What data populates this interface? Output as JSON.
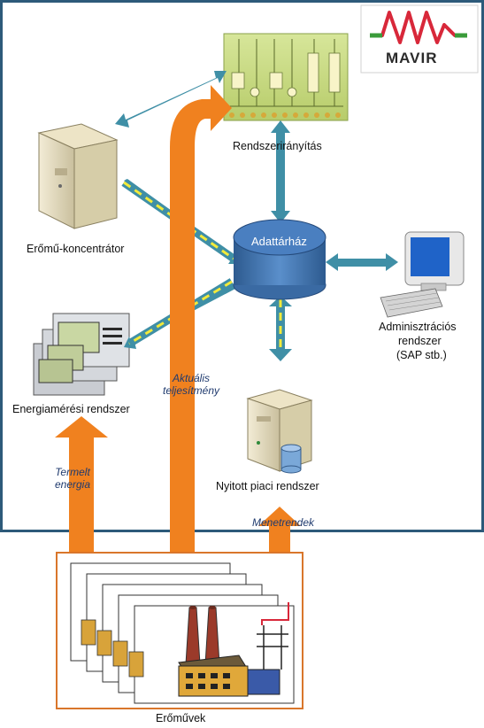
{
  "logo": {
    "text": "MAVIR"
  },
  "nodes": {
    "control": "Rendszerirányítás",
    "concentrator": "Erőmű-koncentrátor",
    "warehouse": "Adattárház",
    "admin_line1": "Adminisztrációs",
    "admin_line2": "rendszer",
    "admin_line3": "(SAP stb.)",
    "metering": "Energiamérési rendszer",
    "market": "Nyitott piaci rendszer",
    "plants": "Erőművek"
  },
  "flows": {
    "actual_line1": "Aktuális",
    "actual_line2": "teljesítmény",
    "produced_line1": "Termelt",
    "produced_line2": "energia",
    "schedules": "Menetrendek"
  },
  "colors": {
    "frame": "#2d5a7a",
    "teal_arrow": "#3f8fa6",
    "orange_arrow": "#f0811f",
    "cylinder": "#3f6fa8",
    "dashed_yellow": "#f2ea3a",
    "plants_border": "#d9762b"
  }
}
